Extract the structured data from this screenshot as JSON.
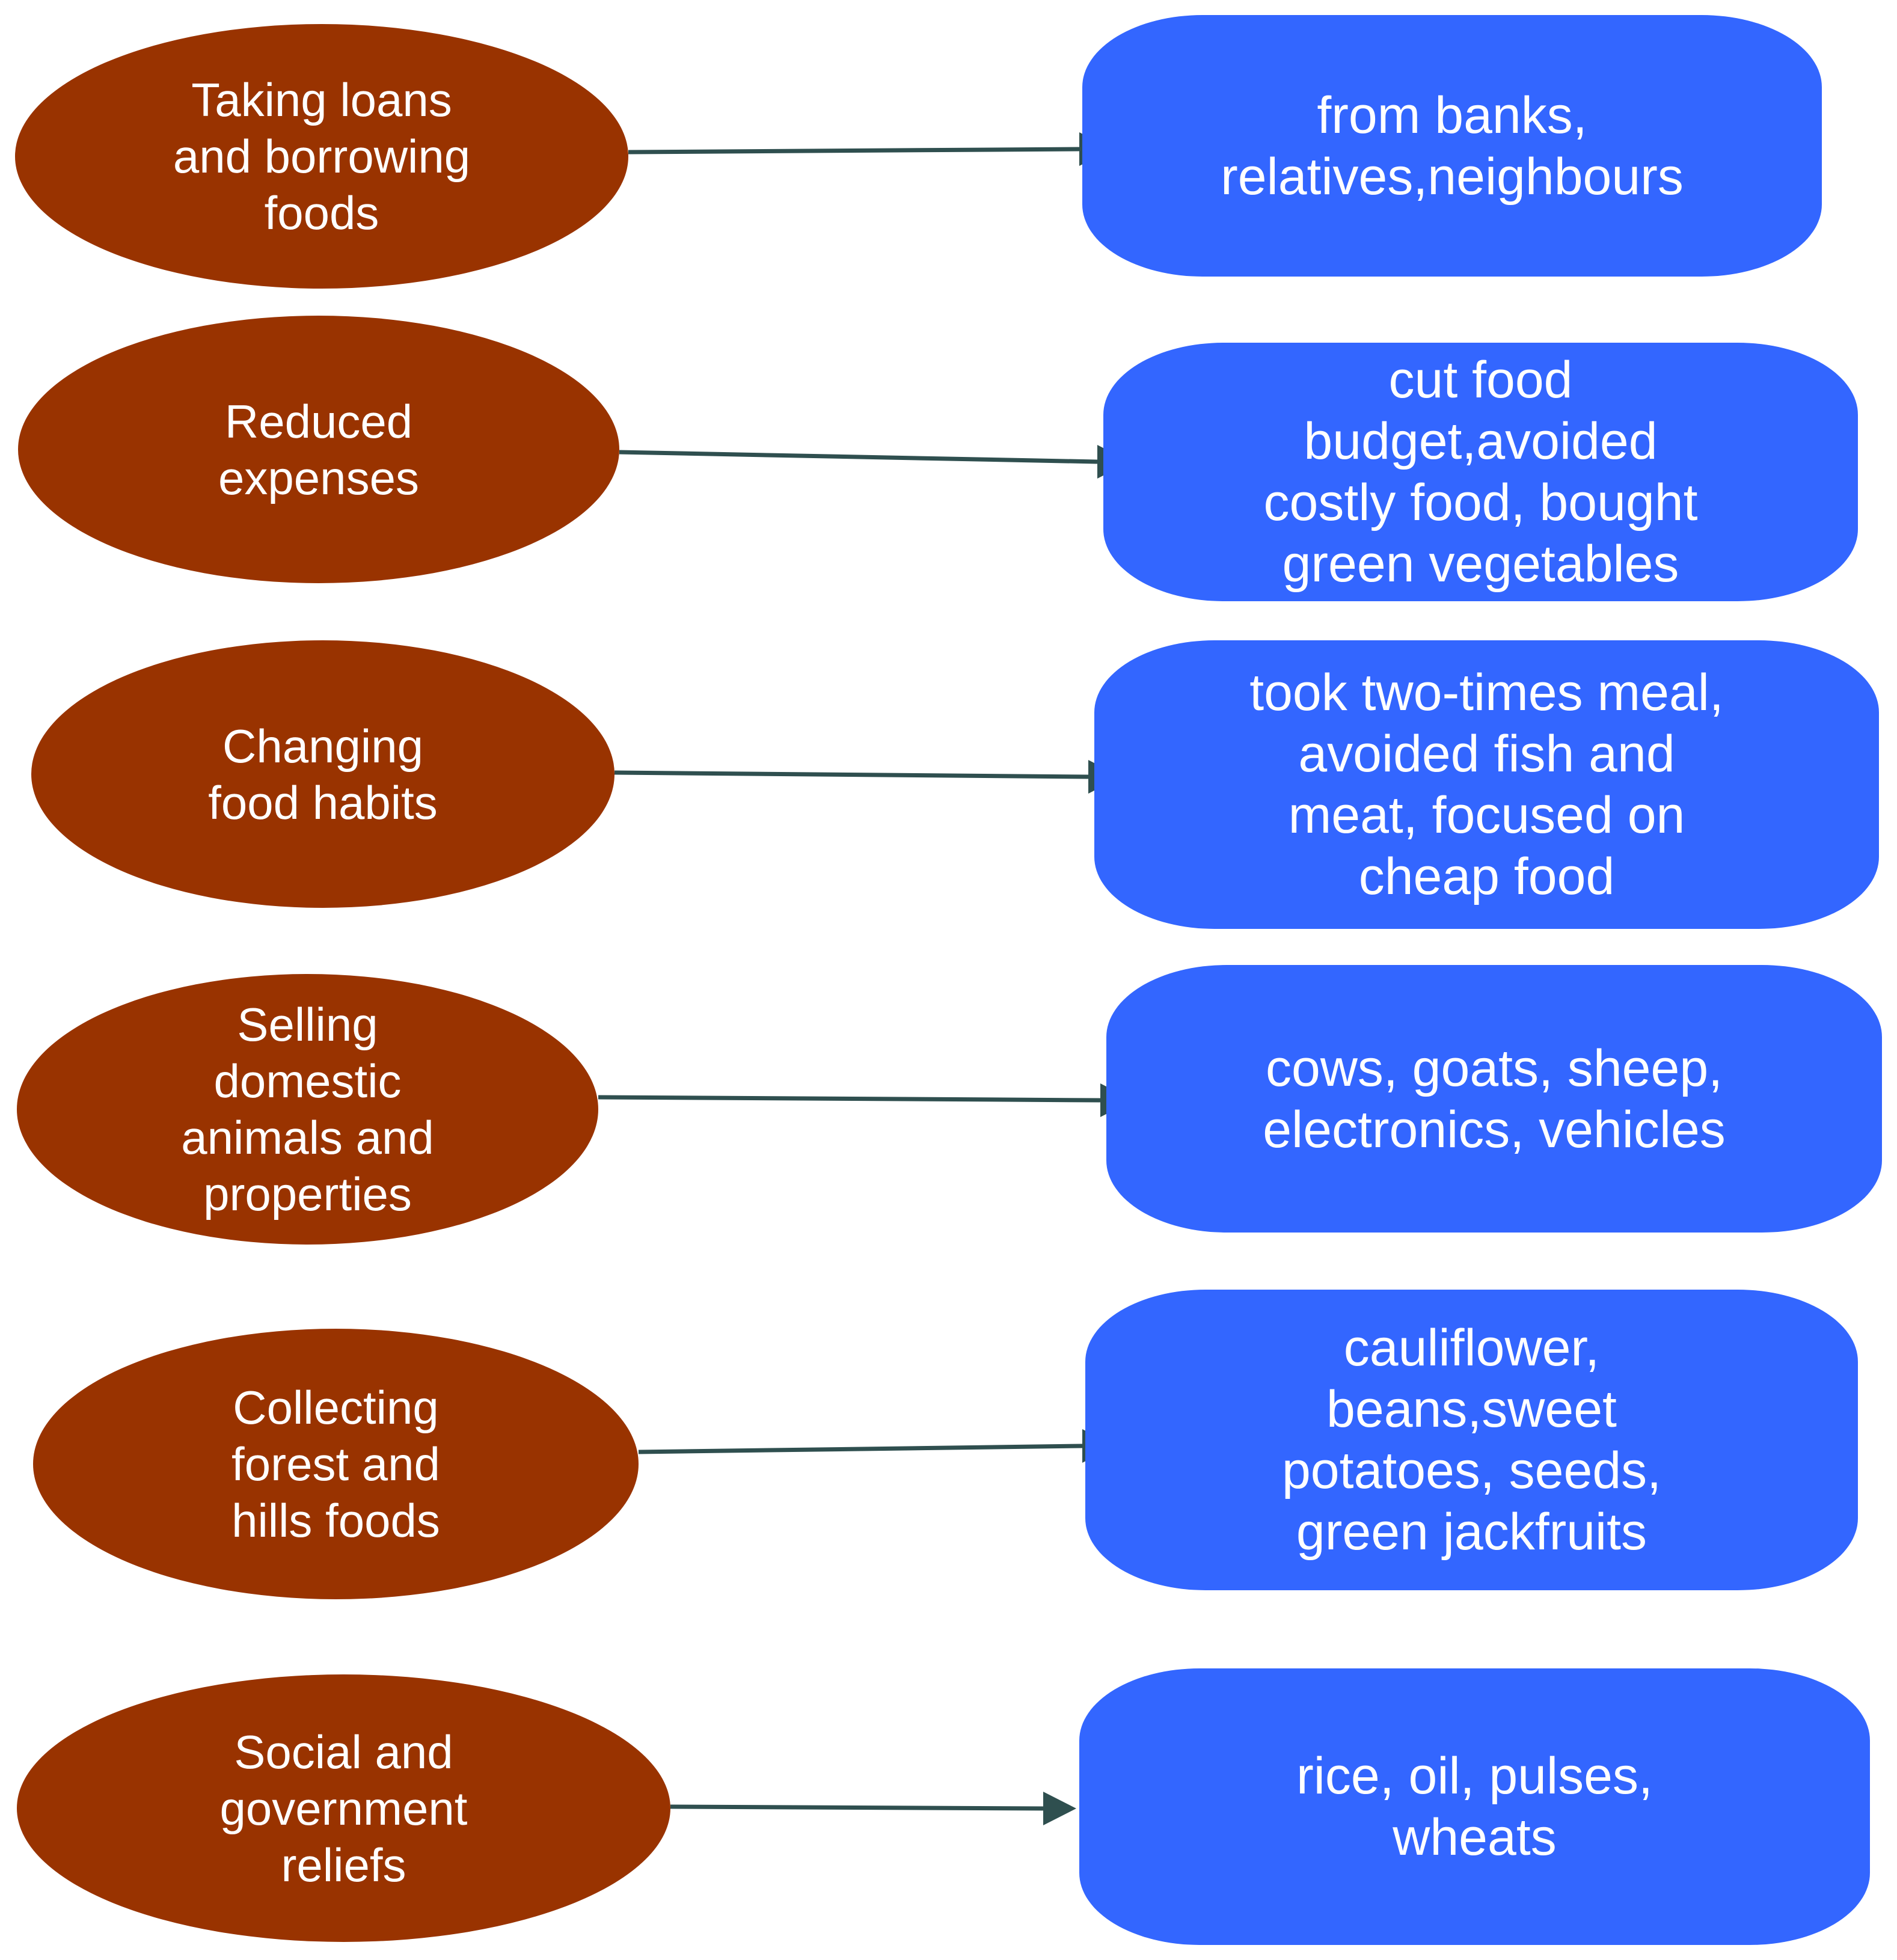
{
  "colors": {
    "strategy_fill": "#993300",
    "example_fill": "#3366ff",
    "text": "#ffffff",
    "arrow": "#2f4f4f"
  },
  "rows": [
    {
      "strategy": "Taking loans\nand borrowing\nfoods",
      "examples": "from banks,\nrelatives,neighbours"
    },
    {
      "strategy": "Reduced\nexpenses",
      "examples": "cut food\nbudget,avoided\ncostly food, bought\ngreen vegetables"
    },
    {
      "strategy": "Changing\nfood habits",
      "examples": "took two-times meal,\navoided fish and\nmeat, focused on\ncheap food"
    },
    {
      "strategy": "Selling\ndomestic\nanimals and\nproperties",
      "examples": "cows, goats, sheep,\nelectronics, vehicles"
    },
    {
      "strategy": "Collecting\nforest and\nhills foods",
      "examples": "cauliflower,\nbeans,sweet\npotatoes, seeds,\ngreen jackfruits"
    },
    {
      "strategy": "Social and\ngovernment\nreliefs",
      "examples": "rice, oil, pulses,\nwheats"
    }
  ]
}
